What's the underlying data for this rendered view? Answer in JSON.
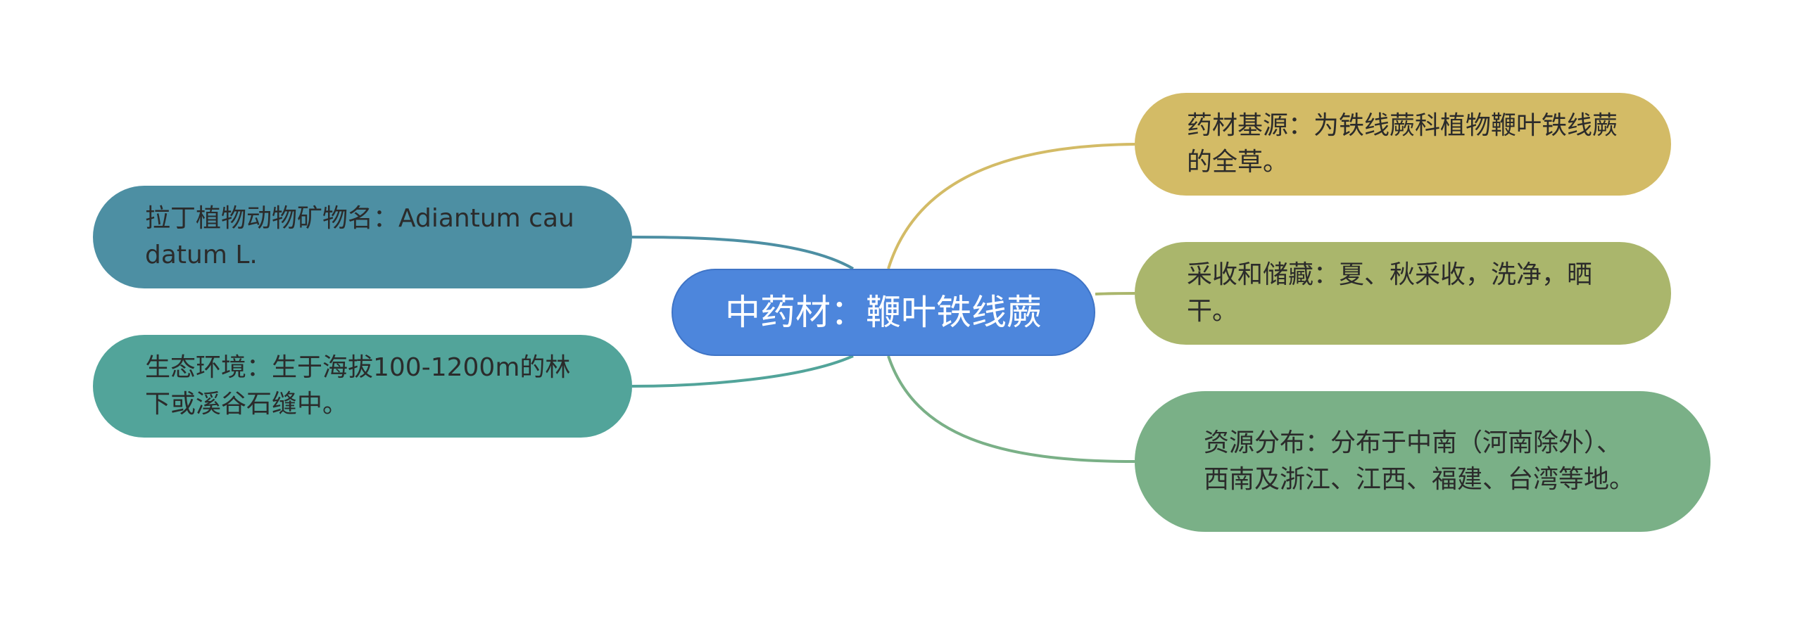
{
  "central": {
    "label": "中药材：鞭叶铁线蕨",
    "color": "#4d86dc"
  },
  "branches": [
    {
      "id": "origin",
      "text": "药材基源：为铁线蕨科植物鞭叶铁线蕨的全草。",
      "color": "#d3bb66",
      "line_color": "#d3bb66"
    },
    {
      "id": "harvest",
      "text": "采收和储藏：夏、秋采收，洗净，晒干。",
      "color": "#aab66c",
      "line_color": "#aab66c"
    },
    {
      "id": "distribution",
      "text": "资源分布：分布于中南（河南除外）、西南及浙江、江西、福建、台湾等地。",
      "color": "#7ab087",
      "line_color": "#7ab087"
    },
    {
      "id": "latin",
      "text": "拉丁植物动物矿物名：Adiantum caudatum L.",
      "color": "#4d8fa3",
      "line_color": "#4d8fa3"
    },
    {
      "id": "habitat",
      "text": "生态环境：生于海拔100-1200m的林下或溪谷石缝中。",
      "color": "#52a49a",
      "line_color": "#52a49a"
    }
  ]
}
